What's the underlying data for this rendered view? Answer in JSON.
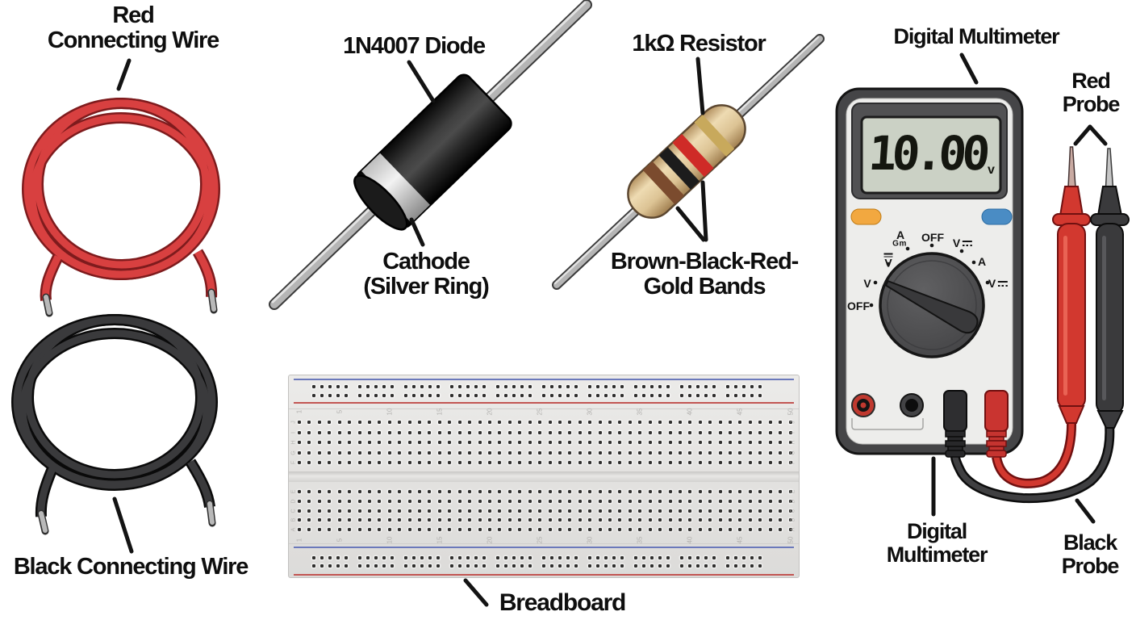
{
  "scene": {
    "description": "Labeled illustration of electronics components for a diode measurement experiment"
  },
  "labels": {
    "red_wire": {
      "line1": "Red",
      "line2": "Connecting Wire"
    },
    "black_wire": {
      "line1": "Black Connecting Wire"
    },
    "diode": {
      "title": "1N4007 Diode",
      "cathode_line1": "Cathode",
      "cathode_line2": "(Silver Ring)"
    },
    "resistor": {
      "title": "1kΩ Resistor",
      "bands_line1": "Brown-Black-Red-",
      "bands_line2": "Gold Bands"
    },
    "breadboard": {
      "title": "Breadboard"
    },
    "multimeter": {
      "title_top": "Digital Multimeter",
      "bottom_line1": "Digital",
      "bottom_line2": "Multimeter"
    },
    "red_probe": {
      "line1": "Red",
      "line2": "Probe"
    },
    "black_probe": {
      "line1": "Black",
      "line2": "Probe"
    }
  },
  "multimeter": {
    "display_value": "10.00",
    "display_unit": "v",
    "dial_labels": [
      {
        "text": "OFF"
      },
      {
        "text": "V"
      },
      {
        "text": "V"
      },
      {
        "text": "A"
      },
      {
        "text": "Gm"
      },
      {
        "text": "OFF"
      },
      {
        "text": "V"
      },
      {
        "text": "A"
      },
      {
        "text": "V"
      }
    ]
  },
  "breadboard": {
    "columns": 50,
    "rail_groups": 10,
    "rail_group_size": 5,
    "column_numbers": [
      "1",
      "5",
      "10",
      "15",
      "20",
      "25",
      "30",
      "35",
      "40",
      "45",
      "50"
    ],
    "row_letters_top": [
      "J",
      "I",
      "H",
      "G",
      "F"
    ],
    "row_letters_bottom": [
      "E",
      "D",
      "C",
      "B",
      "A"
    ]
  },
  "colors": {
    "wire_red": "#d84040",
    "wire_black": "#333335",
    "diode_body": "#141414",
    "cathode_ring": "#d9d9d9",
    "resistor_body": "#e3cfa5",
    "band_brown": "#7b4b2e",
    "band_black": "#1c1c1c",
    "band_red": "#cf2b27",
    "band_gold": "#c8a95c",
    "button_orange": "#f2a840",
    "button_blue": "#4a8cc4",
    "probe_red": "#d2382f",
    "probe_black": "#3a3a3c",
    "rail_blue": "#6b79bb",
    "rail_red": "#c25653"
  }
}
